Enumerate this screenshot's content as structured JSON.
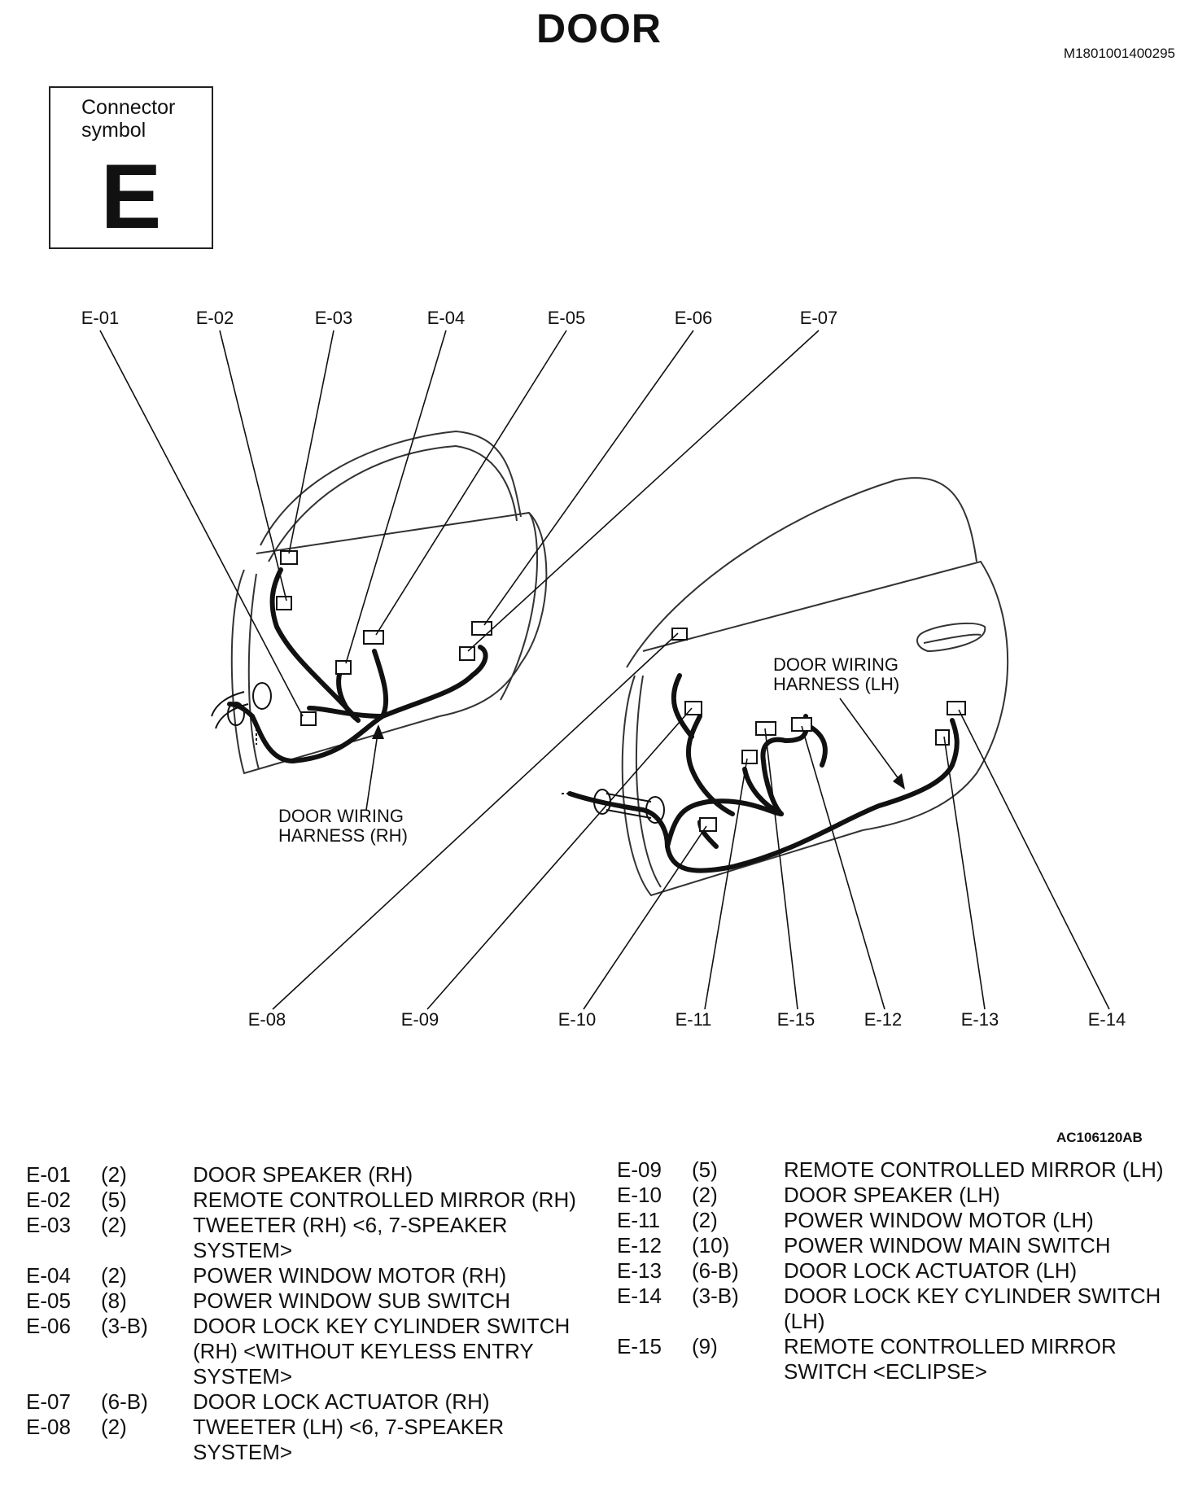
{
  "title": "DOOR",
  "ref_top": "M1801001400295",
  "ref_bottom": "AC106120AB",
  "connector_symbol": {
    "caption": "Connector symbol",
    "letter": "E"
  },
  "diagram_labels": {
    "rh_harness": [
      "DOOR WIRING",
      "HARNESS (RH)"
    ],
    "lh_harness": [
      "DOOR WIRING",
      "HARNESS (LH)"
    ],
    "connectors": [
      "E-01",
      "E-02",
      "E-03",
      "E-04",
      "E-05",
      "E-06",
      "E-07",
      "E-08",
      "E-09",
      "E-10",
      "E-11",
      "E-15",
      "E-12",
      "E-13",
      "E-14"
    ]
  },
  "legend_left": [
    {
      "code": "E-01",
      "pins": "(2)",
      "desc": "DOOR SPEAKER (RH)"
    },
    {
      "code": "E-02",
      "pins": "(5)",
      "desc": "REMOTE CONTROLLED MIRROR (RH)"
    },
    {
      "code": "E-03",
      "pins": "(2)",
      "desc": "TWEETER (RH) <6, 7-SPEAKER SYSTEM>"
    },
    {
      "code": "E-04",
      "pins": "(2)",
      "desc": "POWER WINDOW MOTOR (RH)"
    },
    {
      "code": "E-05",
      "pins": "(8)",
      "desc": "POWER WINDOW SUB SWITCH"
    },
    {
      "code": "E-06",
      "pins": "(3-B)",
      "desc": "DOOR LOCK KEY CYLINDER SWITCH (RH) <WITHOUT KEYLESS ENTRY SYSTEM>"
    },
    {
      "code": "E-07",
      "pins": "(6-B)",
      "desc": "DOOR LOCK ACTUATOR (RH)"
    },
    {
      "code": "E-08",
      "pins": "(2)",
      "desc": "TWEETER (LH) <6, 7-SPEAKER SYSTEM>"
    }
  ],
  "legend_right": [
    {
      "code": "E-09",
      "pins": "(5)",
      "desc": "REMOTE CONTROLLED MIRROR (LH)"
    },
    {
      "code": "E-10",
      "pins": "(2)",
      "desc": "DOOR SPEAKER (LH)"
    },
    {
      "code": "E-11",
      "pins": "(2)",
      "desc": "POWER WINDOW MOTOR (LH)"
    },
    {
      "code": "E-12",
      "pins": "(10)",
      "desc": "POWER WINDOW MAIN SWITCH"
    },
    {
      "code": "E-13",
      "pins": "(6-B)",
      "desc": "DOOR LOCK ACTUATOR (LH)"
    },
    {
      "code": "E-14",
      "pins": "(3-B)",
      "desc": "DOOR LOCK KEY CYLINDER SWITCH (LH)"
    },
    {
      "code": "E-15",
      "pins": "(9)",
      "desc": "REMOTE CONTROLLED MIRROR SWITCH <ECLIPSE>"
    }
  ]
}
